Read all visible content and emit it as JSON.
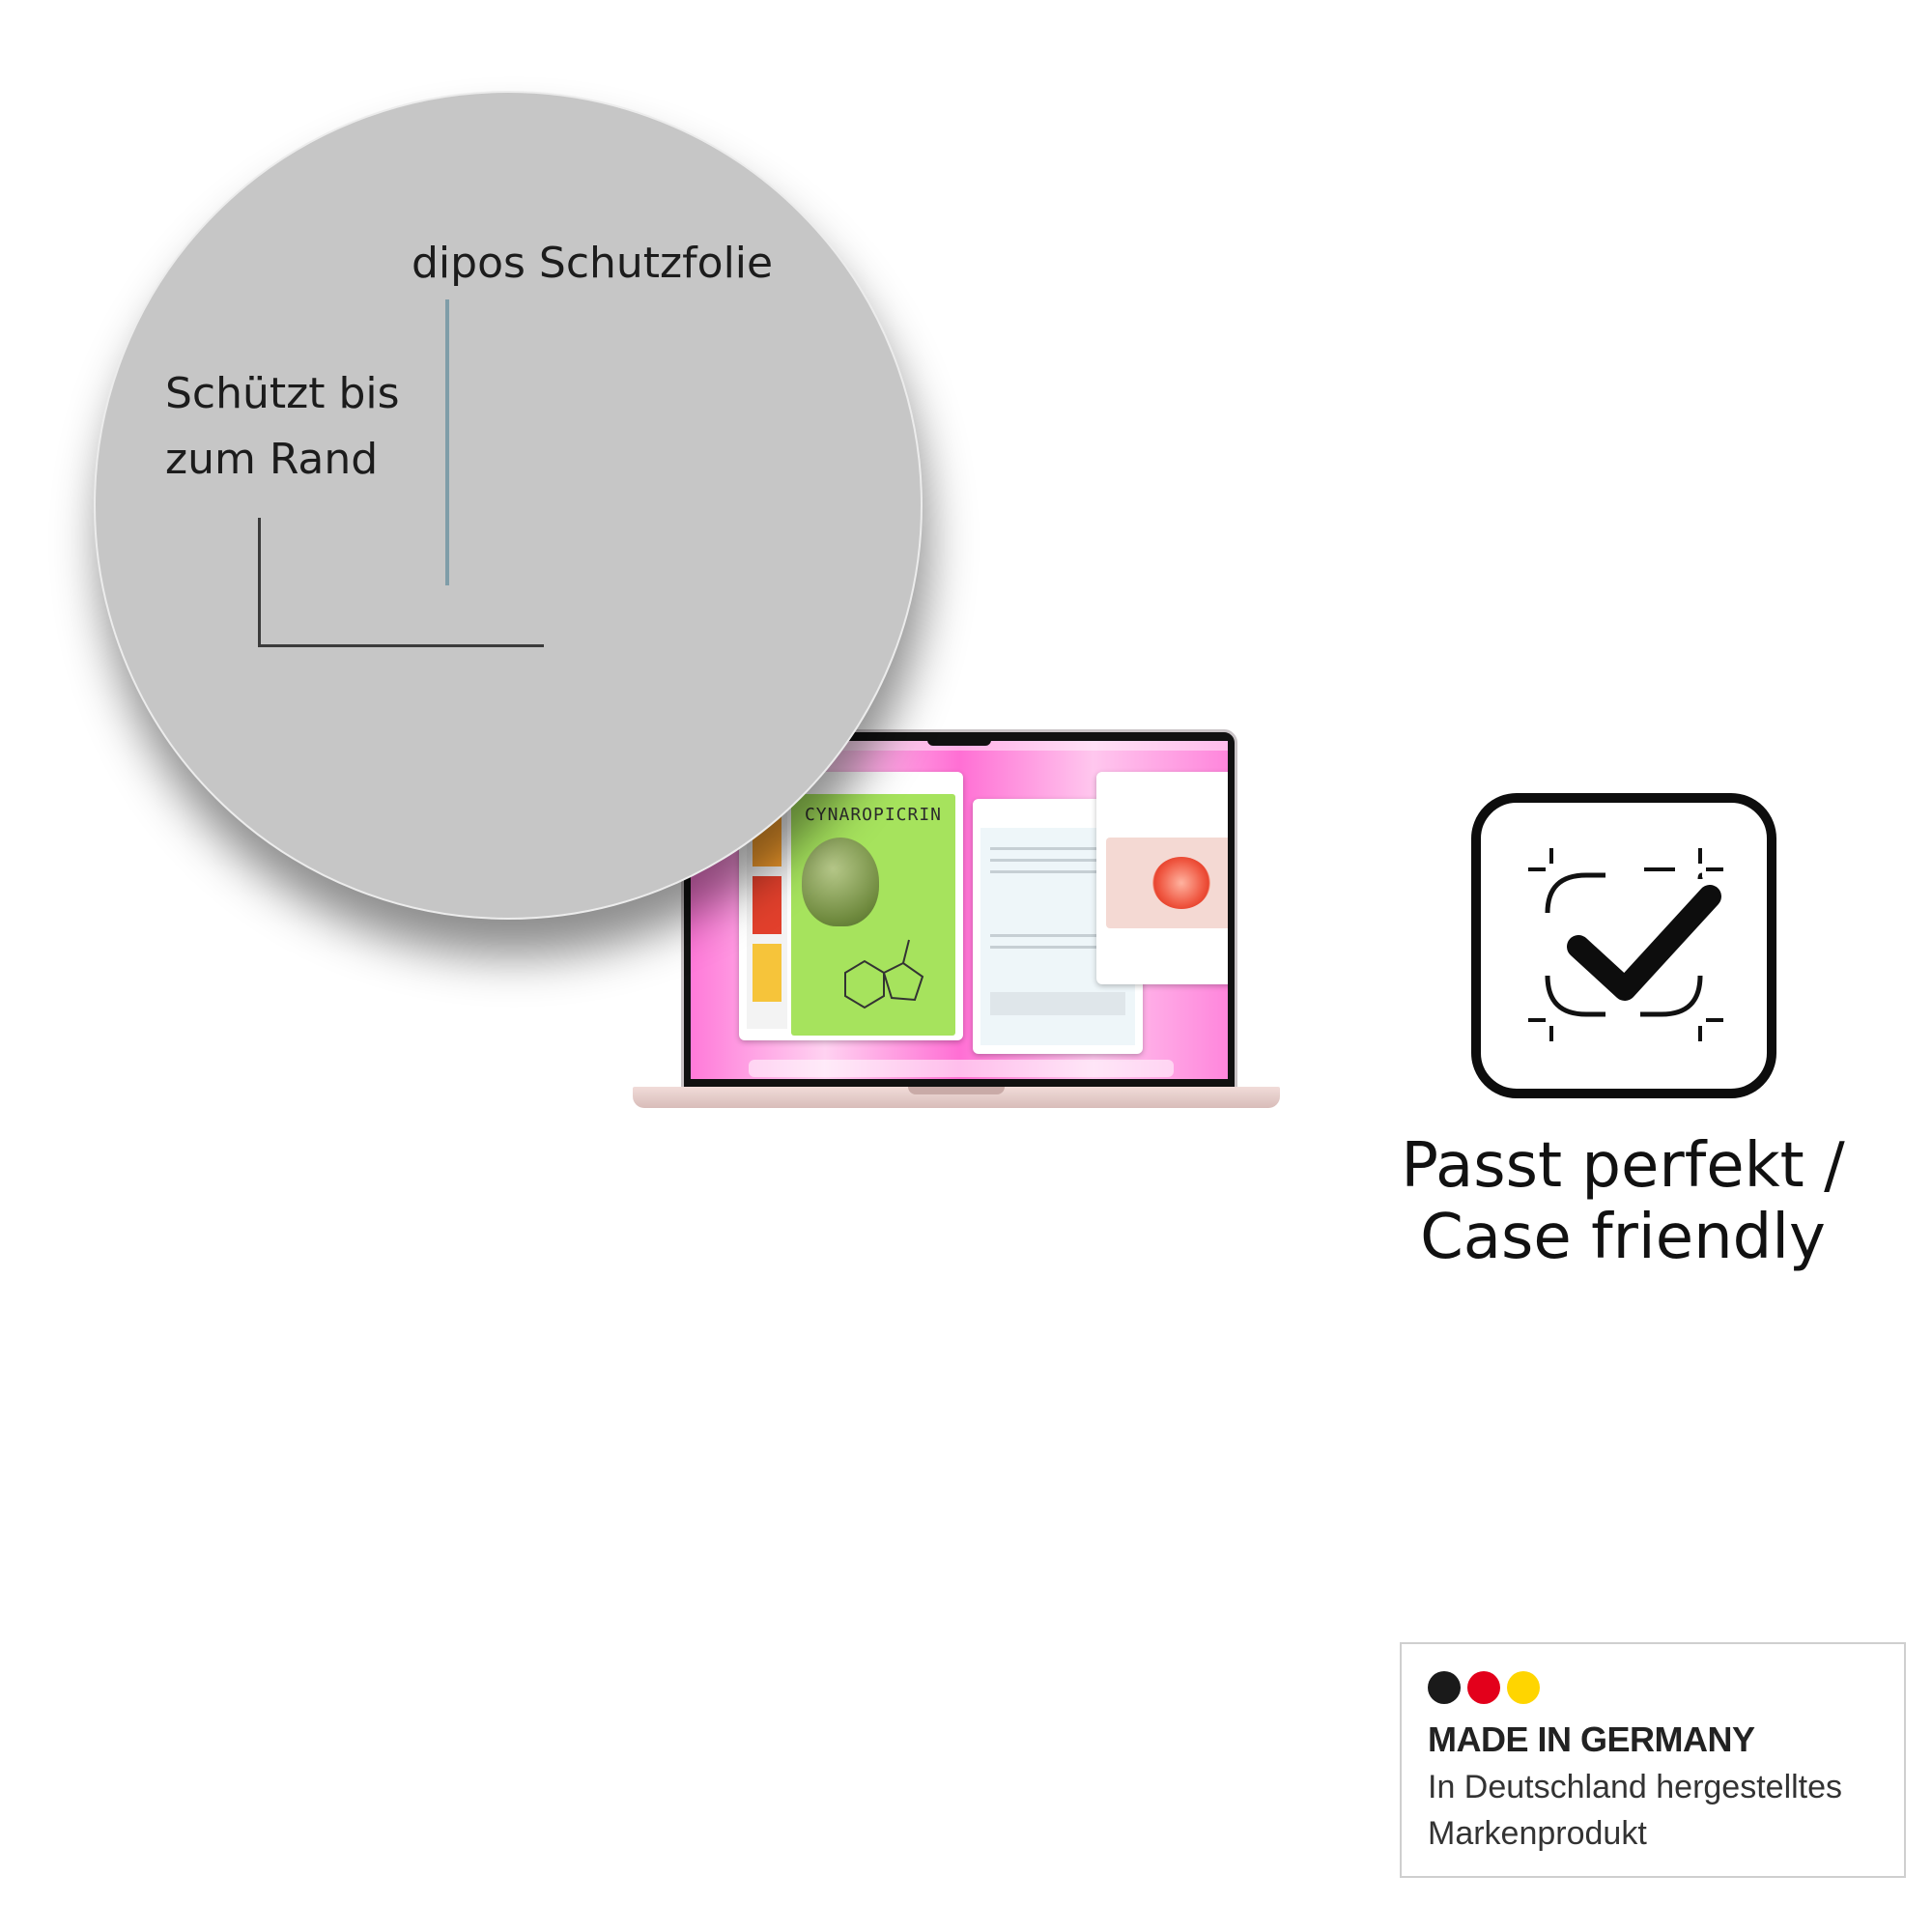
{
  "callout": {
    "foil_label": "dipos Schutzfolie",
    "edge_label_line1": "Schützt bis",
    "edge_label_line2": "zum Rand",
    "bubble_color": "#c6c6c6",
    "foil_line_color": "#7f9da8"
  },
  "laptop_screen": {
    "poster_title": "CYNAROPICRIN",
    "assistant_title": "ChatGPT"
  },
  "case_friendly": {
    "icon": "frame-checkmark-icon",
    "line1": "Passt perfekt /",
    "line2": "Case friendly"
  },
  "made_in_germany": {
    "title": "MADE IN GERMANY",
    "line1": "In Deutschland hergestelltes",
    "line2": "Markenprodukt",
    "dot_colors": [
      "#1a1a1a",
      "#e3001b",
      "#ffd500"
    ]
  }
}
